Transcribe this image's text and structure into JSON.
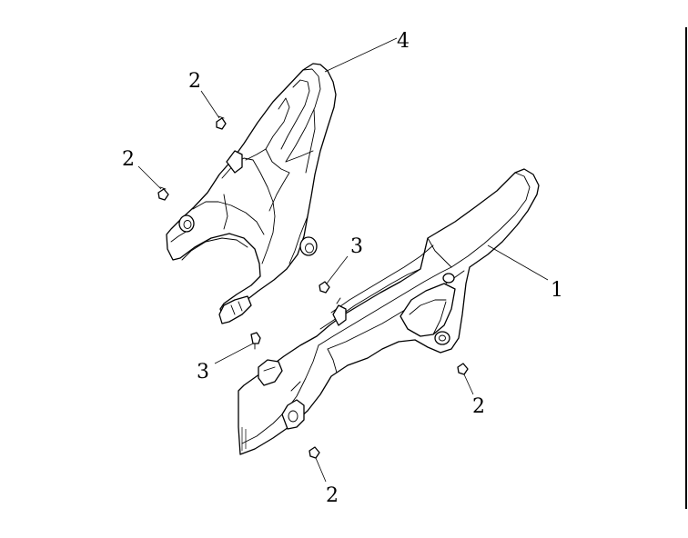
{
  "callouts": {
    "c4": "4",
    "c2_top": "2",
    "c2_left": "2",
    "c3_right": "3",
    "c1": "1",
    "c3_left": "3",
    "c2_right": "2",
    "c2_bottom": "2"
  }
}
